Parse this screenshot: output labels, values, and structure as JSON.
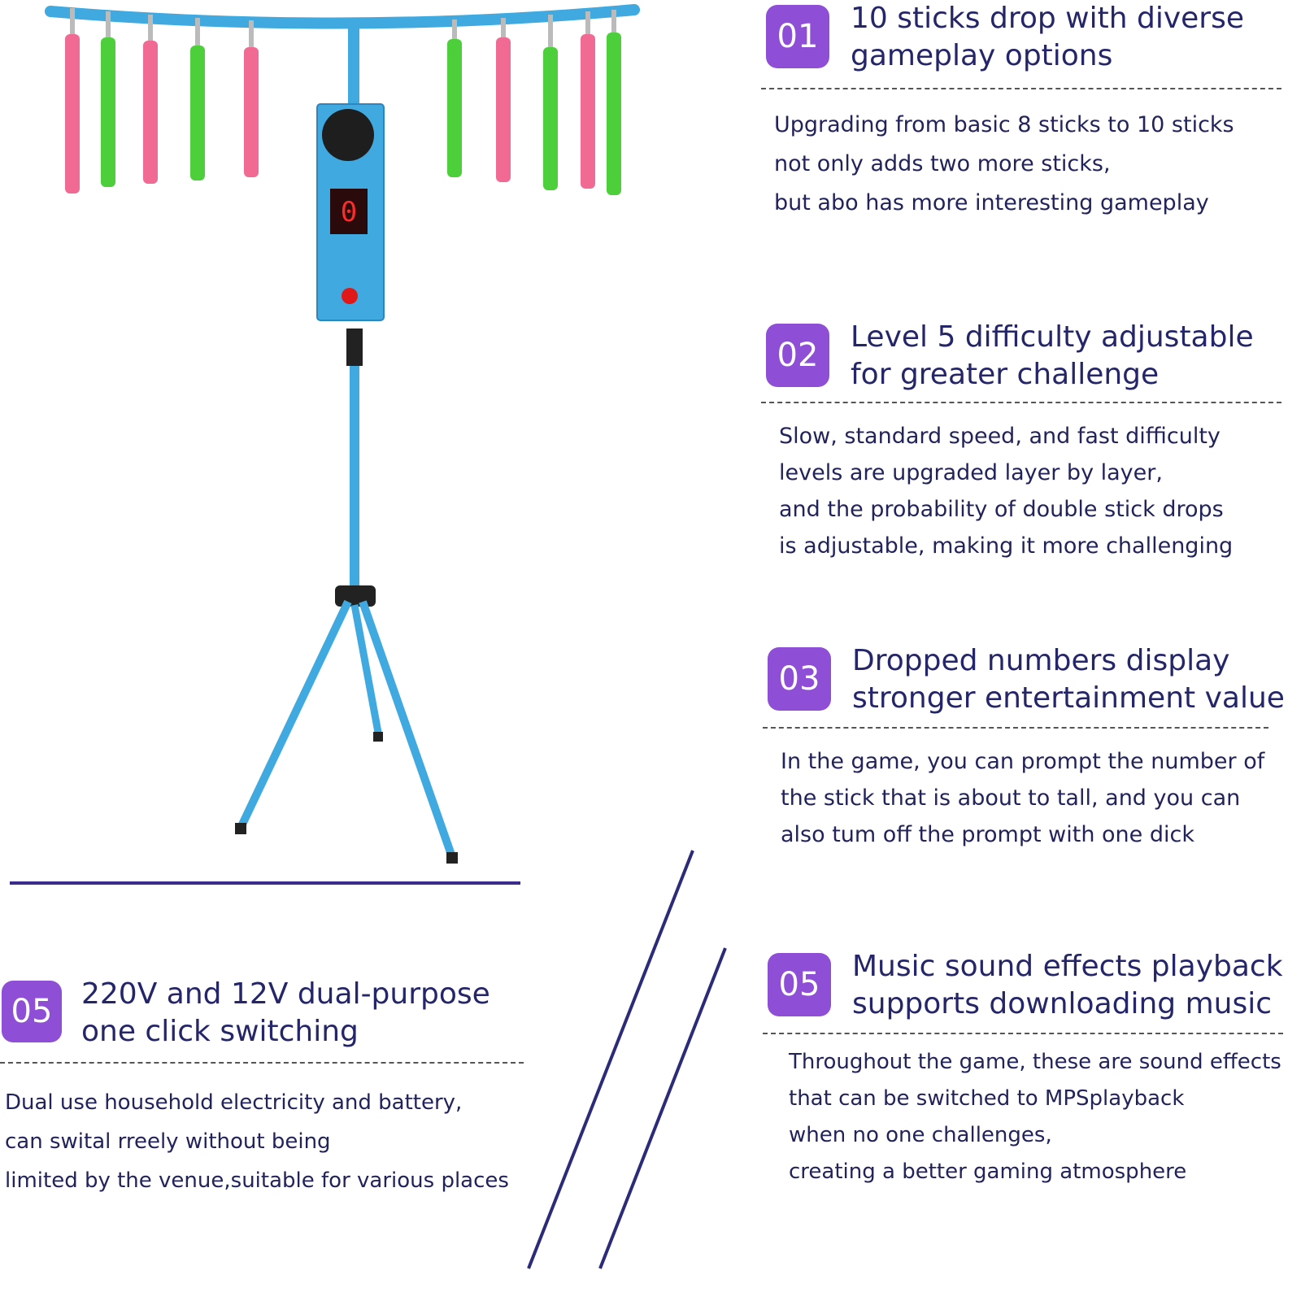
{
  "colors": {
    "badge": "#8e4fd6",
    "text": "#25256a",
    "frame_blue": "#3fa9e0",
    "stick_pink": "#f06a93",
    "stick_green": "#4ccf3b",
    "accent_line": "#2b2b7a"
  },
  "device": {
    "display_digit": "0"
  },
  "features": [
    {
      "badge": "01",
      "title_lines": [
        "10 sticks drop with diverse",
        "gameplay options"
      ],
      "desc_lines": [
        "Upgrading from basic 8 sticks to 10 sticks",
        "not only adds two more sticks,",
        "but abo has more interesting gameplay"
      ]
    },
    {
      "badge": "02",
      "title_lines": [
        "Level 5 difficulty adjustable",
        "for greater challenge"
      ],
      "desc_lines": [
        "Slow, standard speed, and fast difficulty",
        "levels are upgraded layer by layer,",
        "and the probability of double stick drops",
        "is adjustable, making it more challenging"
      ]
    },
    {
      "badge": "03",
      "title_lines": [
        "Dropped numbers display",
        "stronger entertainment value"
      ],
      "desc_lines": [
        "In the game, you can prompt the number of",
        "the stick that is about to tall, and you can",
        "also tum off the prompt with one dick"
      ]
    },
    {
      "badge": "05",
      "title_lines": [
        "Music sound effects playback",
        "supports downloading music"
      ],
      "desc_lines": [
        "Throughout the game, these are sound effects",
        "that can be switched to MPSplayback",
        "when no one challenges,",
        "creating a better gaming atmosphere"
      ]
    },
    {
      "badge": "05",
      "title_lines": [
        "220V and 12V dual-purpose",
        "one click switching"
      ],
      "desc_lines": [
        "Dual use household electricity and battery,",
        "can swital rreely without being",
        "limited by the venue,suitable for various places"
      ]
    }
  ]
}
